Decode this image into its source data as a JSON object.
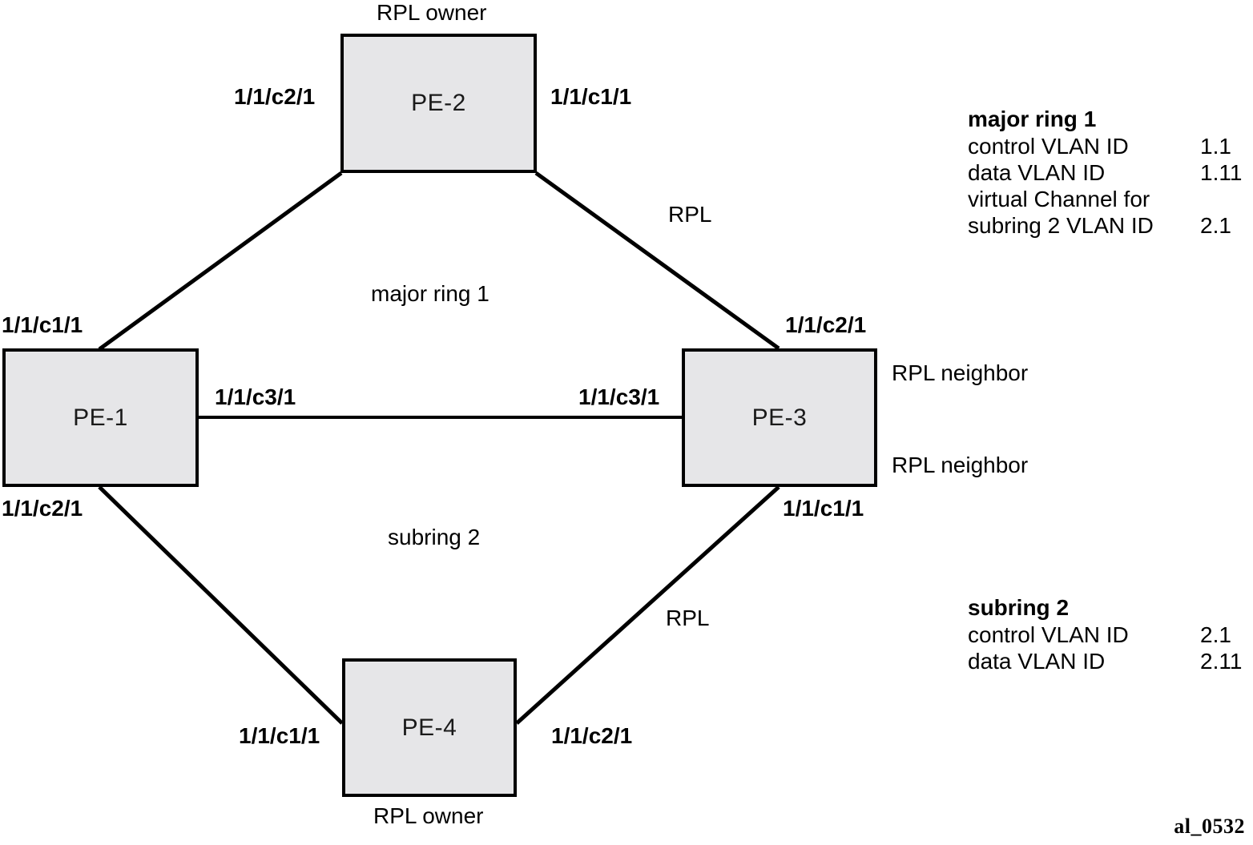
{
  "diagram": {
    "nodes": [
      {
        "id": "pe2",
        "label": "PE-2",
        "role_top": "RPL owner"
      },
      {
        "id": "pe1",
        "label": "PE-1"
      },
      {
        "id": "pe3",
        "label": "PE-3",
        "role_right_top": "RPL neighbor",
        "role_right_bottom": "RPL neighbor"
      },
      {
        "id": "pe4",
        "label": "PE-4",
        "role_bottom": "RPL owner"
      }
    ],
    "ring_labels": {
      "major_ring": "major ring 1",
      "subring": "subring 2"
    },
    "rpl_labels": {
      "upper": "RPL",
      "lower": "RPL"
    },
    "ports": {
      "pe1_top": "1/1/c1/1",
      "pe1_bottom": "1/1/c2/1",
      "pe1_right": "1/1/c3/1",
      "pe2_left": "1/1/c2/1",
      "pe2_right": "1/1/c1/1",
      "pe3_left": "1/1/c3/1",
      "pe3_top": "1/1/c2/1",
      "pe3_bottom": "1/1/c1/1",
      "pe4_left": "1/1/c1/1",
      "pe4_right": "1/1/c2/1"
    }
  },
  "legends": {
    "major_ring": {
      "title": "major ring 1",
      "rows": [
        {
          "key": "control VLAN ID",
          "value": "1.1"
        },
        {
          "key": "data VLAN ID",
          "value": "1.11"
        },
        {
          "key": "virtual Channel for",
          "key2": "subring 2 VLAN ID",
          "value": "2.1"
        }
      ]
    },
    "subring": {
      "title": "subring 2",
      "rows": [
        {
          "key": "control VLAN ID",
          "value": "2.1"
        },
        {
          "key": "data VLAN ID",
          "value": "2.11"
        }
      ]
    }
  },
  "figure_code": "al_0532",
  "colors": {
    "node_fill": "#e6e6e8",
    "node_stroke": "#000000",
    "line": "#000000",
    "text": "#000000"
  }
}
